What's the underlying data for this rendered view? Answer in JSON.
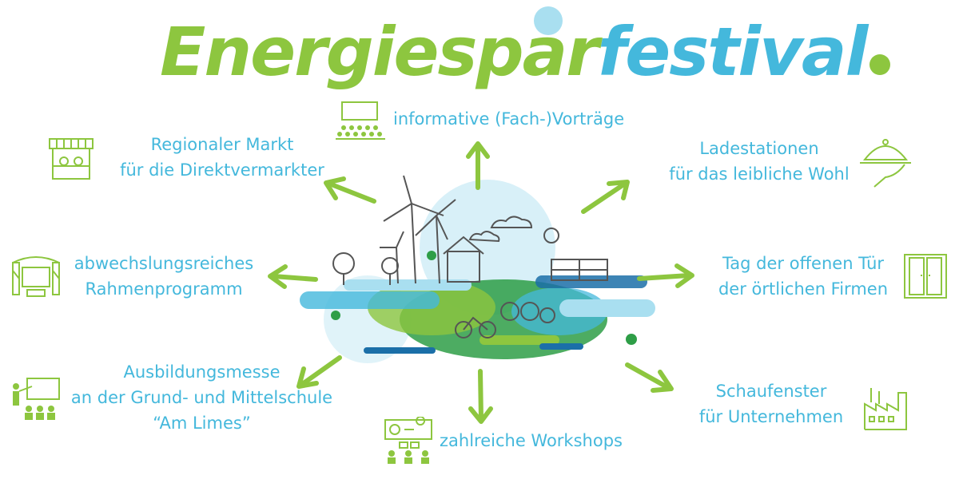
{
  "header": {
    "title_part1": "Energiespar",
    "title_part2": "festival"
  },
  "colors": {
    "green": "#8dc63f",
    "blue": "#44b8dc",
    "light_blue": "#a9dff0",
    "dark_blue": "#1b6fa8",
    "dark_green": "#2e9e47"
  },
  "items": [
    {
      "id": "vortraege",
      "icon": "lecture-audience-icon",
      "lines": [
        "informative (Fach-)Vorträge"
      ]
    },
    {
      "id": "markt",
      "icon": "market-stall-icon",
      "lines": [
        "Regionaler Markt",
        "für die Direktvermarkter"
      ]
    },
    {
      "id": "ladestationen",
      "icon": "food-cloche-icon",
      "lines": [
        "Ladestationen",
        "für das leibliche Wohl"
      ]
    },
    {
      "id": "rahmenprogramm",
      "icon": "stage-icon",
      "lines": [
        "abwechslungsreiches",
        "Rahmenprogramm"
      ]
    },
    {
      "id": "tag-offene-tuer",
      "icon": "double-door-icon",
      "lines": [
        "Tag der offenen Tür",
        "der örtlichen Firmen"
      ]
    },
    {
      "id": "ausbildungsmesse",
      "icon": "presentation-board-icon",
      "lines": [
        "Ausbildungsmesse",
        "an der Grund- und Mittelschule",
        "“Am Limes”"
      ]
    },
    {
      "id": "schaufenster",
      "icon": "factory-icon",
      "lines": [
        "Schaufenster",
        "für Unternehmen"
      ]
    },
    {
      "id": "workshops",
      "icon": "workshop-icon",
      "lines": [
        "zahlreiche Workshops"
      ]
    }
  ]
}
